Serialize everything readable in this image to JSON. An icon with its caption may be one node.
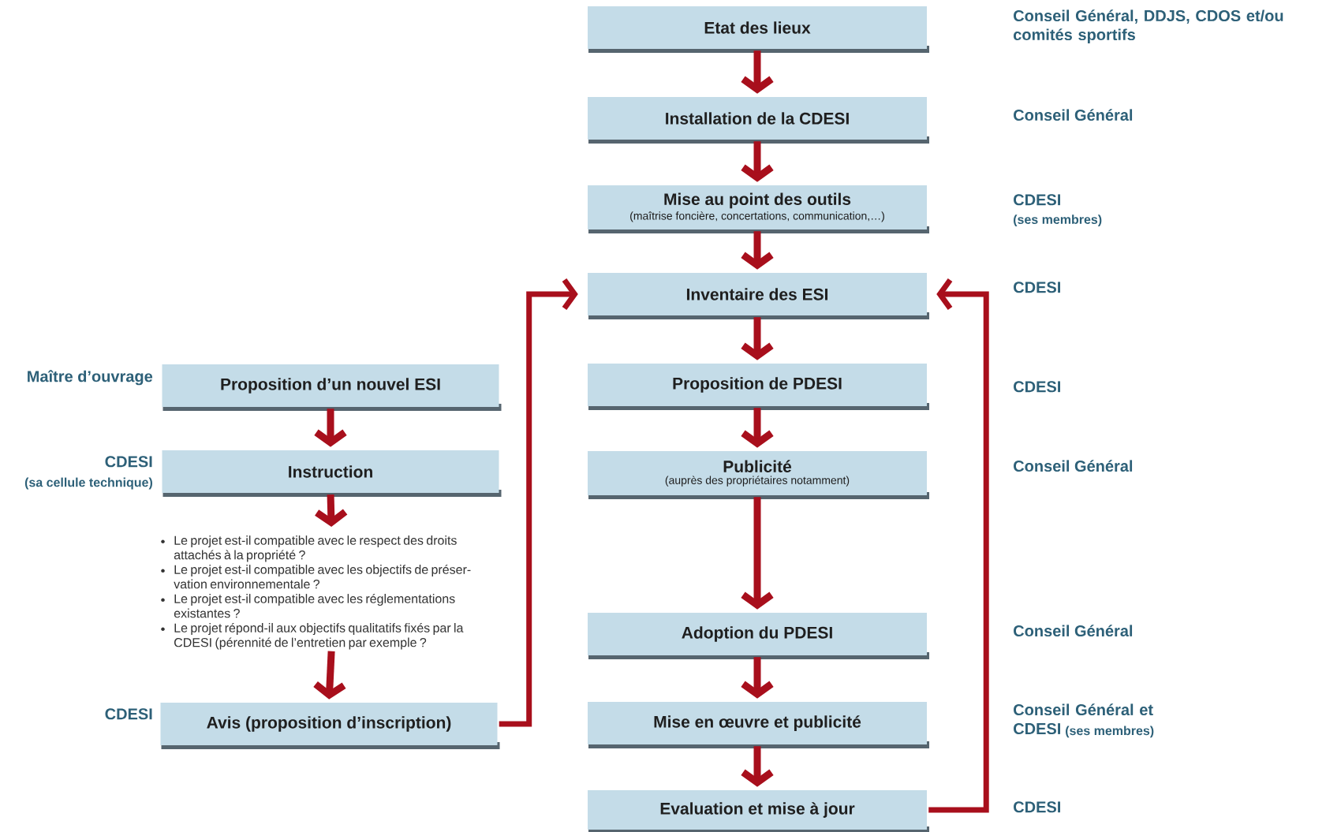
{
  "diagram": {
    "nodes": [
      {
        "text": [
          "Etat des lieux"
        ]
      },
      {
        "text": [
          "Installation de la CDESI"
        ]
      },
      {
        "text": [
          "Mise au point des outils",
          "(maîtrise foncière, concertations, communication,…)"
        ]
      },
      {
        "text": [
          "Inventaire des ESI"
        ]
      },
      {
        "text": [
          "Proposition de PDESI"
        ]
      },
      {
        "text": [
          "Publicité",
          "(auprès des propriétaires notamment)"
        ]
      },
      {
        "text": [
          "Adoption du PDESI"
        ]
      },
      {
        "text": [
          "Mise en œuvre et publicité"
        ]
      },
      {
        "text": [
          "Evaluation et mise à jour"
        ]
      },
      {
        "text": [
          "Proposition d’un nouvel ESI"
        ],
        "beside": [
          "Maître d’ouvrage"
        ]
      },
      {
        "text": [
          "Instruction"
        ],
        "beside": [
          "CDESI",
          "(sa cellule technique)"
        ]
      },
      {
        "text": [
          "Le projet est-il compatible avec le respect des droits attachés à la propriété ?",
          "Le projet est-il compatible avec les objectifs de préser-vation environnementale ?",
          "Le projet est-il compatible avec les réglementations existantes ?",
          "Le projet répond-il aux objectifs qualitatifs fixés par la CDESI (pérennité de l’entretien par exemple ?"
        ]
      },
      {
        "text": [
          "Avis (proposition d’inscription)"
        ],
        "beside": [
          "CDESI"
        ]
      }
    ],
    "edges": [
      {
        "from": 0,
        "to": 1,
        "arrow": "to"
      },
      {
        "from": 1,
        "to": 2,
        "arrow": "to"
      },
      {
        "from": 2,
        "to": 3,
        "arrow": "to"
      },
      {
        "from": 3,
        "to": 4,
        "arrow": "to"
      },
      {
        "from": 4,
        "to": 5,
        "arrow": "to"
      },
      {
        "from": 5,
        "to": 6,
        "arrow": "to"
      },
      {
        "from": 6,
        "to": 7,
        "arrow": "to"
      },
      {
        "from": 7,
        "to": 8,
        "arrow": "to"
      },
      {
        "from": 8,
        "to": 3,
        "arrow": "to"
      },
      {
        "from": 9,
        "to": 10,
        "arrow": "to"
      },
      {
        "from": 10,
        "to": 11,
        "arrow": "to"
      },
      {
        "from": 11,
        "to": 12,
        "arrow": "to"
      },
      {
        "from": 12,
        "to": 3,
        "arrow": "to"
      }
    ],
    "labels": [
      "Conseil Général, DDJS, CDOS et/ou comités sportifs",
      "Conseil Général",
      "CDESI",
      "(ses membres)",
      "CDESI",
      "CDESI",
      "Conseil Général",
      "Conseil Général",
      "Conseil Général et CDESI",
      "(ses membres)",
      "CDESI"
    ]
  }
}
